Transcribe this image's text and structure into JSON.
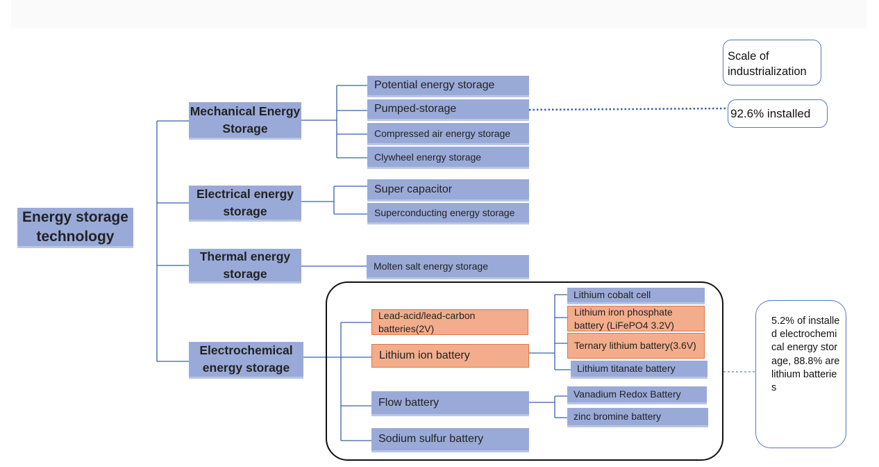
{
  "root": "Energy storage technology",
  "categories": {
    "mechanical": "Mechanical Energy Storage",
    "electrical": "Electrical energy storage",
    "thermal": "Thermal energy storage",
    "electrochemical": "Electrochemical energy storage"
  },
  "mechanical_items": [
    "Potential energy storage",
    "Pumped-storage",
    "Compressed air energy storage",
    "Clywheel energy storage"
  ],
  "electrical_items": [
    "Super capacitor",
    "Superconducting energy storage"
  ],
  "thermal_items": [
    "Molten salt energy storage"
  ],
  "electrochemical_items": [
    "Lead-acid/lead-carbon batteries(2V)",
    "Lithium ion battery",
    "Flow battery",
    "Sodium sulfur battery"
  ],
  "lithium_items": [
    "Lithium cobalt cell",
    "Lithium iron phosphate battery (LiFePO4 3.2V)",
    "Ternary lithium battery(3.6V)",
    "Lithium titanate battery"
  ],
  "flow_items": [
    "Vanadium Redox Battery",
    "zinc bromine battery"
  ],
  "notes": {
    "scale_title": "Scale of industrialization",
    "pumped_share": "92.6% installed",
    "electrochemical_share": "5.2% of installed electrochemical energy storage, 88.8% are lithium batteries"
  },
  "colors": {
    "box_fill": "#9aaad8",
    "highlight_fill": "#f3ad8c",
    "highlight_border": "#e07540",
    "line": "#3a5fa8"
  }
}
